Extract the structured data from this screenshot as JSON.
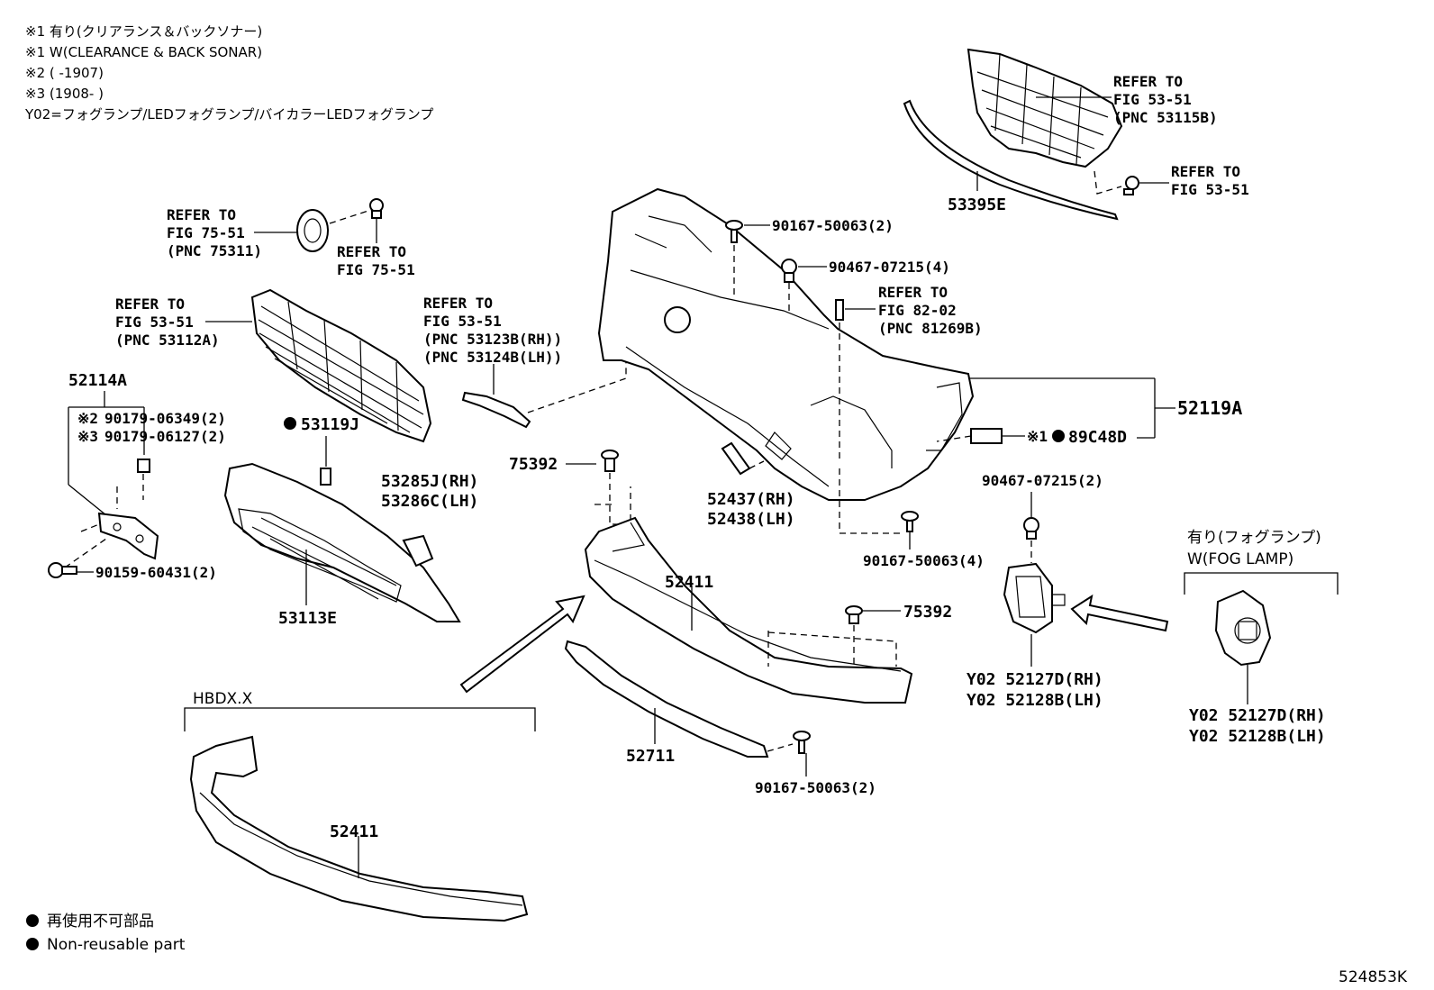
{
  "notes": [
    "※1 有り(クリアランス＆バックソナー)",
    "※1 W(CLEARANCE & BACK SONAR)",
    "※2 (        -1907)",
    "※3 (1908-        )",
    "Y02=フォグランプ/LEDフォグランプ/バイカラーLEDフォグランプ"
  ],
  "labels": {
    "refer_7551_a": "REFER TO",
    "refer_7551_b": "FIG 75-51",
    "refer_7551_c": "(PNC 75311)",
    "refer_7551_clip_a": "REFER TO",
    "refer_7551_clip_b": "FIG 75-51",
    "refer_grille_a": "REFER TO",
    "refer_grille_b": "FIG 53-51",
    "refer_grille_c": "(PNC 53112A)",
    "refer_molding_a": "REFER TO",
    "refer_molding_b": "FIG 53-51",
    "refer_molding_c": "(PNC 53123B(RH))",
    "refer_molding_d": "(PNC 53124B(LH))",
    "refer_53115_a": "REFER TO",
    "refer_53115_b": "FIG 53-51",
    "refer_53115_c": "(PNC 53115B)",
    "refer_5351_clip_a": "REFER TO",
    "refer_5351_clip_b": "FIG 53-51",
    "refer_8202_a": "REFER TO",
    "refer_8202_b": "FIG 82-02",
    "refer_8202_c": "(PNC 81269B)",
    "p53395E": "53395E",
    "p90167_top": "90167-50063(2)",
    "p90467_top": "90467-07215(4)",
    "p52119A": "52119A",
    "p89C48D_prefix": "※1",
    "p89C48D": "89C48D",
    "p52114A": "52114A",
    "p90179_a_prefix": "※2",
    "p90179_a": "90179-06349(2)",
    "p90179_b_prefix": "※3",
    "p90179_b": "90179-06127(2)",
    "p53119J": "53119J",
    "p53285J": "53285J(RH)",
    "p53286C": "53286C(LH)",
    "p75392_a": "75392",
    "p52437": "52437(RH)",
    "p52438": "52438(LH)",
    "p90467_mid": "90467-07215(2)",
    "p90167_mid": "90167-50063(4)",
    "p90159": "90159-60431(2)",
    "p53113E": "53113E",
    "p52411_a": "52411",
    "p75392_b": "75392",
    "p52127D_a": "Y02 52127D(RH)",
    "p52128B_a": "Y02 52128B(LH)",
    "fog_note_jp": "有り(フォグランプ)",
    "fog_note_en": "W(FOG LAMP)",
    "p52127D_b": "Y02 52127D(RH)",
    "p52128B_b": "Y02 52128B(LH)",
    "hbdx": "HBDX.X",
    "p52411_b": "52411",
    "p52711": "52711",
    "p90167_bot": "90167-50063(2)"
  },
  "legend": {
    "jp": "再使用不可部品",
    "en": "Non-reusable part"
  },
  "figure_id": "524853K"
}
